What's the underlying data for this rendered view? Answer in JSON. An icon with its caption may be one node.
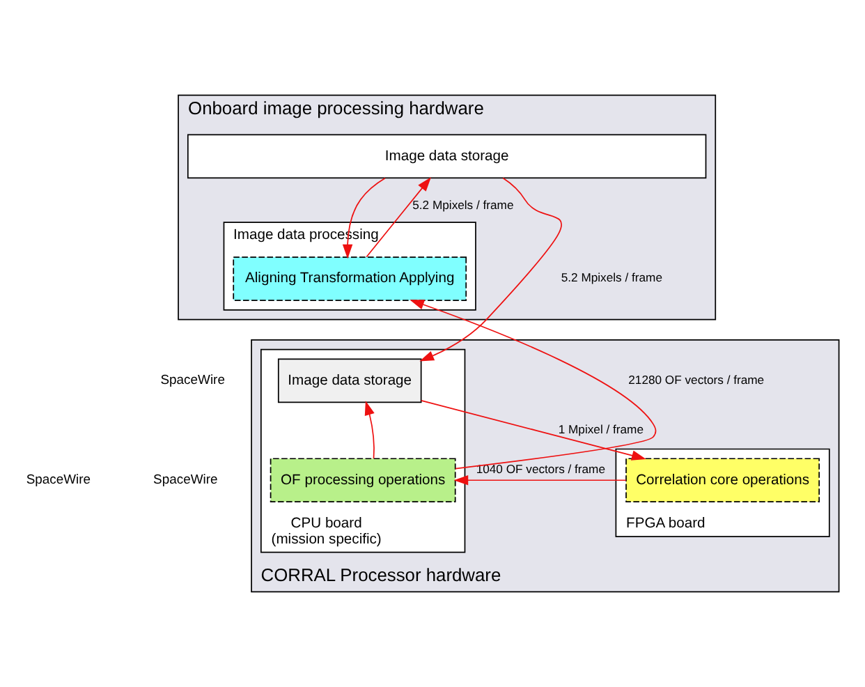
{
  "diagram": {
    "nodes": [
      {
        "text": [
          "Onboard image processing hardware"
        ]
      },
      {
        "text": [
          "Image data storage"
        ],
        "in": 0
      },
      {
        "text": [
          "Image data processing"
        ],
        "in": 0
      },
      {
        "text": [
          "Aligning Transformation Applying"
        ],
        "in": 2
      },
      {
        "text": [
          "CORRAL Processor hardware"
        ]
      },
      {
        "text": [
          "FPGA board"
        ],
        "in": 4
      },
      {
        "text": [
          "Correlation core operations"
        ],
        "in": 5
      },
      {
        "text": [
          "CPU board",
          "(mission specific)"
        ],
        "in": 4
      },
      {
        "text": [
          "Image data storage"
        ],
        "in": 7
      },
      {
        "text": [
          "OF processing operations"
        ],
        "in": 7
      }
    ],
    "edges": [
      {
        "from": 1,
        "to": 8,
        "arrow": "to",
        "label": "5.2 Mpixels / frame"
      },
      {
        "from": 1,
        "to": 3,
        "arrow": "to"
      },
      {
        "from": 3,
        "to": 1,
        "arrow": "to",
        "label": "5.2 Mpixels / frame"
      },
      {
        "from": 8,
        "to": 6,
        "arrow": "to",
        "label": "1 Mpixel / frame"
      },
      {
        "from": 6,
        "to": 9,
        "arrow": "to",
        "label": "1040 OF vectors / frame"
      },
      {
        "from": 9,
        "to": 8,
        "arrow": "to"
      },
      {
        "from": 9,
        "to": 3,
        "arrow": "to",
        "label": "21280 OF vectors / frame"
      }
    ],
    "labels": [
      "SpaceWire",
      "SpaceWire",
      "SpaceWire"
    ]
  }
}
